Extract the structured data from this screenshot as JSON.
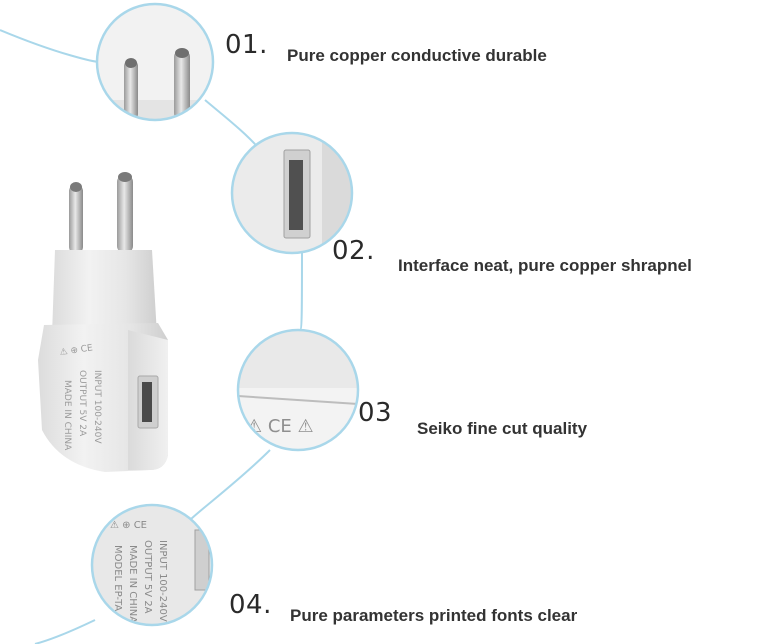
{
  "features": [
    {
      "number": "01.",
      "text": "Pure copper conductive durable"
    },
    {
      "number": "02.",
      "text": "Interface neat, pure copper shrapnel"
    },
    {
      "number": "03",
      "text": "Seiko fine cut quality"
    },
    {
      "number": "04.",
      "text": "Pure parameters printed fonts clear"
    }
  ],
  "colors": {
    "connector_line": "#a9d7ea",
    "charger_body": "#ededed",
    "text": "#333333"
  },
  "icons": [
    "usb-wall-charger",
    "eu-plug-pins",
    "usb-port",
    "ce-mark"
  ]
}
